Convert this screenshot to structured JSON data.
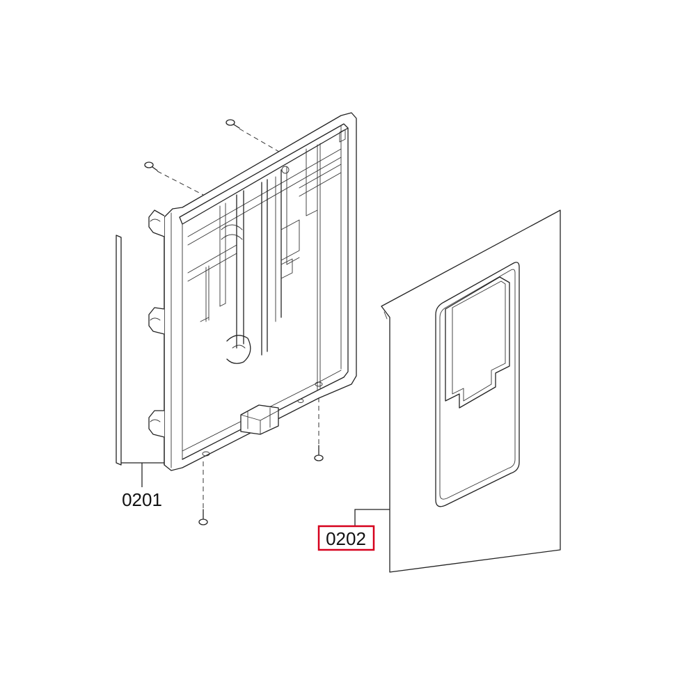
{
  "parts": [
    {
      "id": "0201",
      "label": "0201",
      "highlighted": false
    },
    {
      "id": "0202",
      "label": "0202",
      "highlighted": true
    }
  ],
  "colors": {
    "line": "#222222",
    "highlight_box": "#d6001c",
    "background": "#ffffff"
  }
}
